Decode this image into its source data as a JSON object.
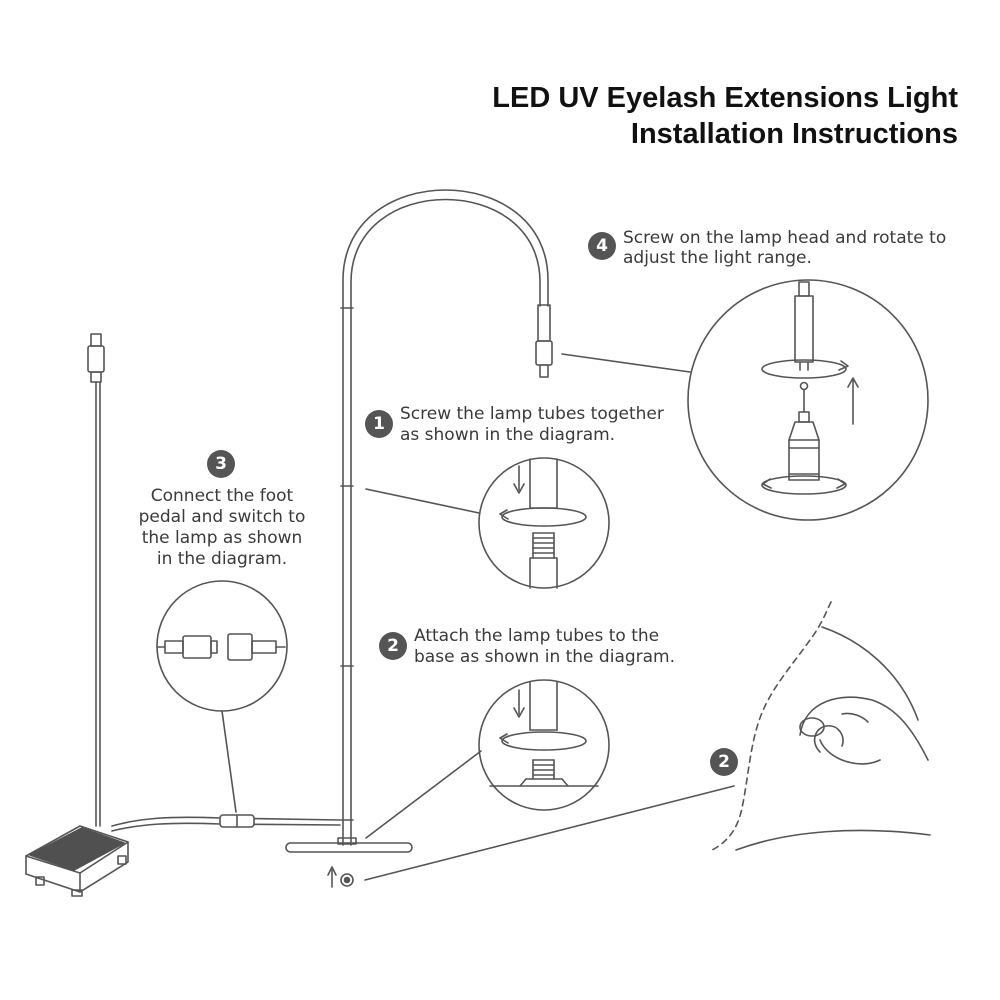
{
  "title": {
    "line1": "LED UV Eyelash Extensions Light",
    "line2": "Installation Instructions"
  },
  "steps": {
    "step1": {
      "number": "1",
      "line1": "Screw the lamp tubes together",
      "line2": "as shown in the diagram."
    },
    "step2": {
      "number": "2",
      "line1": "Attach the lamp tubes to the",
      "line2": "base as shown in the diagram."
    },
    "step3": {
      "number": "3",
      "line1": "Connect the foot",
      "line2": "pedal and switch to",
      "line3": "the lamp as shown",
      "line4": "in the diagram."
    },
    "step4": {
      "number": "4",
      "line1": "Screw on the lamp head and rotate to",
      "line2": "adjust the light range."
    },
    "step2b": {
      "number": "2"
    }
  },
  "colors": {
    "line": "#555555",
    "badge": "#555555",
    "pedal_top": "#505050"
  }
}
